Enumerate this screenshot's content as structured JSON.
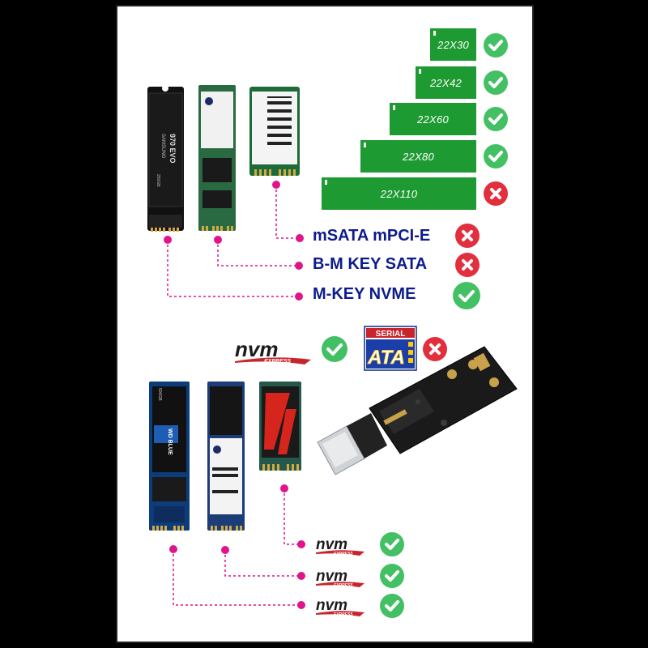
{
  "form_factors": [
    {
      "label": "22X30",
      "compatible": true
    },
    {
      "label": "22X42",
      "compatible": true
    },
    {
      "label": "22X60",
      "compatible": true
    },
    {
      "label": "22X80",
      "compatible": true
    },
    {
      "label": "22X110",
      "compatible": false
    }
  ],
  "interfaces": [
    {
      "label": "mSATA mPCI-E",
      "compatible": false
    },
    {
      "label": "B-M KEY SATA",
      "compatible": false
    },
    {
      "label": "M-KEY NVME",
      "compatible": true
    }
  ],
  "protocols": {
    "nvm_text": "nvm",
    "express_text": "EXPRESS",
    "nvme_compatible": true,
    "serial_text": "SERIAL",
    "ata_text": "ATA",
    "sata_compatible": false
  },
  "drives_top": [
    {
      "brand": "SAMSUNG",
      "model": "970 EVO",
      "capacity": "250GB"
    }
  ],
  "drives_bottom": [
    {
      "model": "WD BLUE",
      "capacity": "500GB"
    }
  ],
  "bottom_list": [
    {
      "nvm_text": "nvm",
      "express_text": "EXPRESS",
      "compatible": true
    },
    {
      "nvm_text": "nvm",
      "express_text": "EXPRESS",
      "compatible": true
    },
    {
      "nvm_text": "nvm",
      "express_text": "EXPRESS",
      "compatible": true
    }
  ],
  "colors": {
    "pcb_green": "#1e9a32",
    "check_green": "#43c064",
    "cross_red": "#e32e3d",
    "label_blue": "#0d1c8c",
    "leader_pink": "#e0148b"
  }
}
